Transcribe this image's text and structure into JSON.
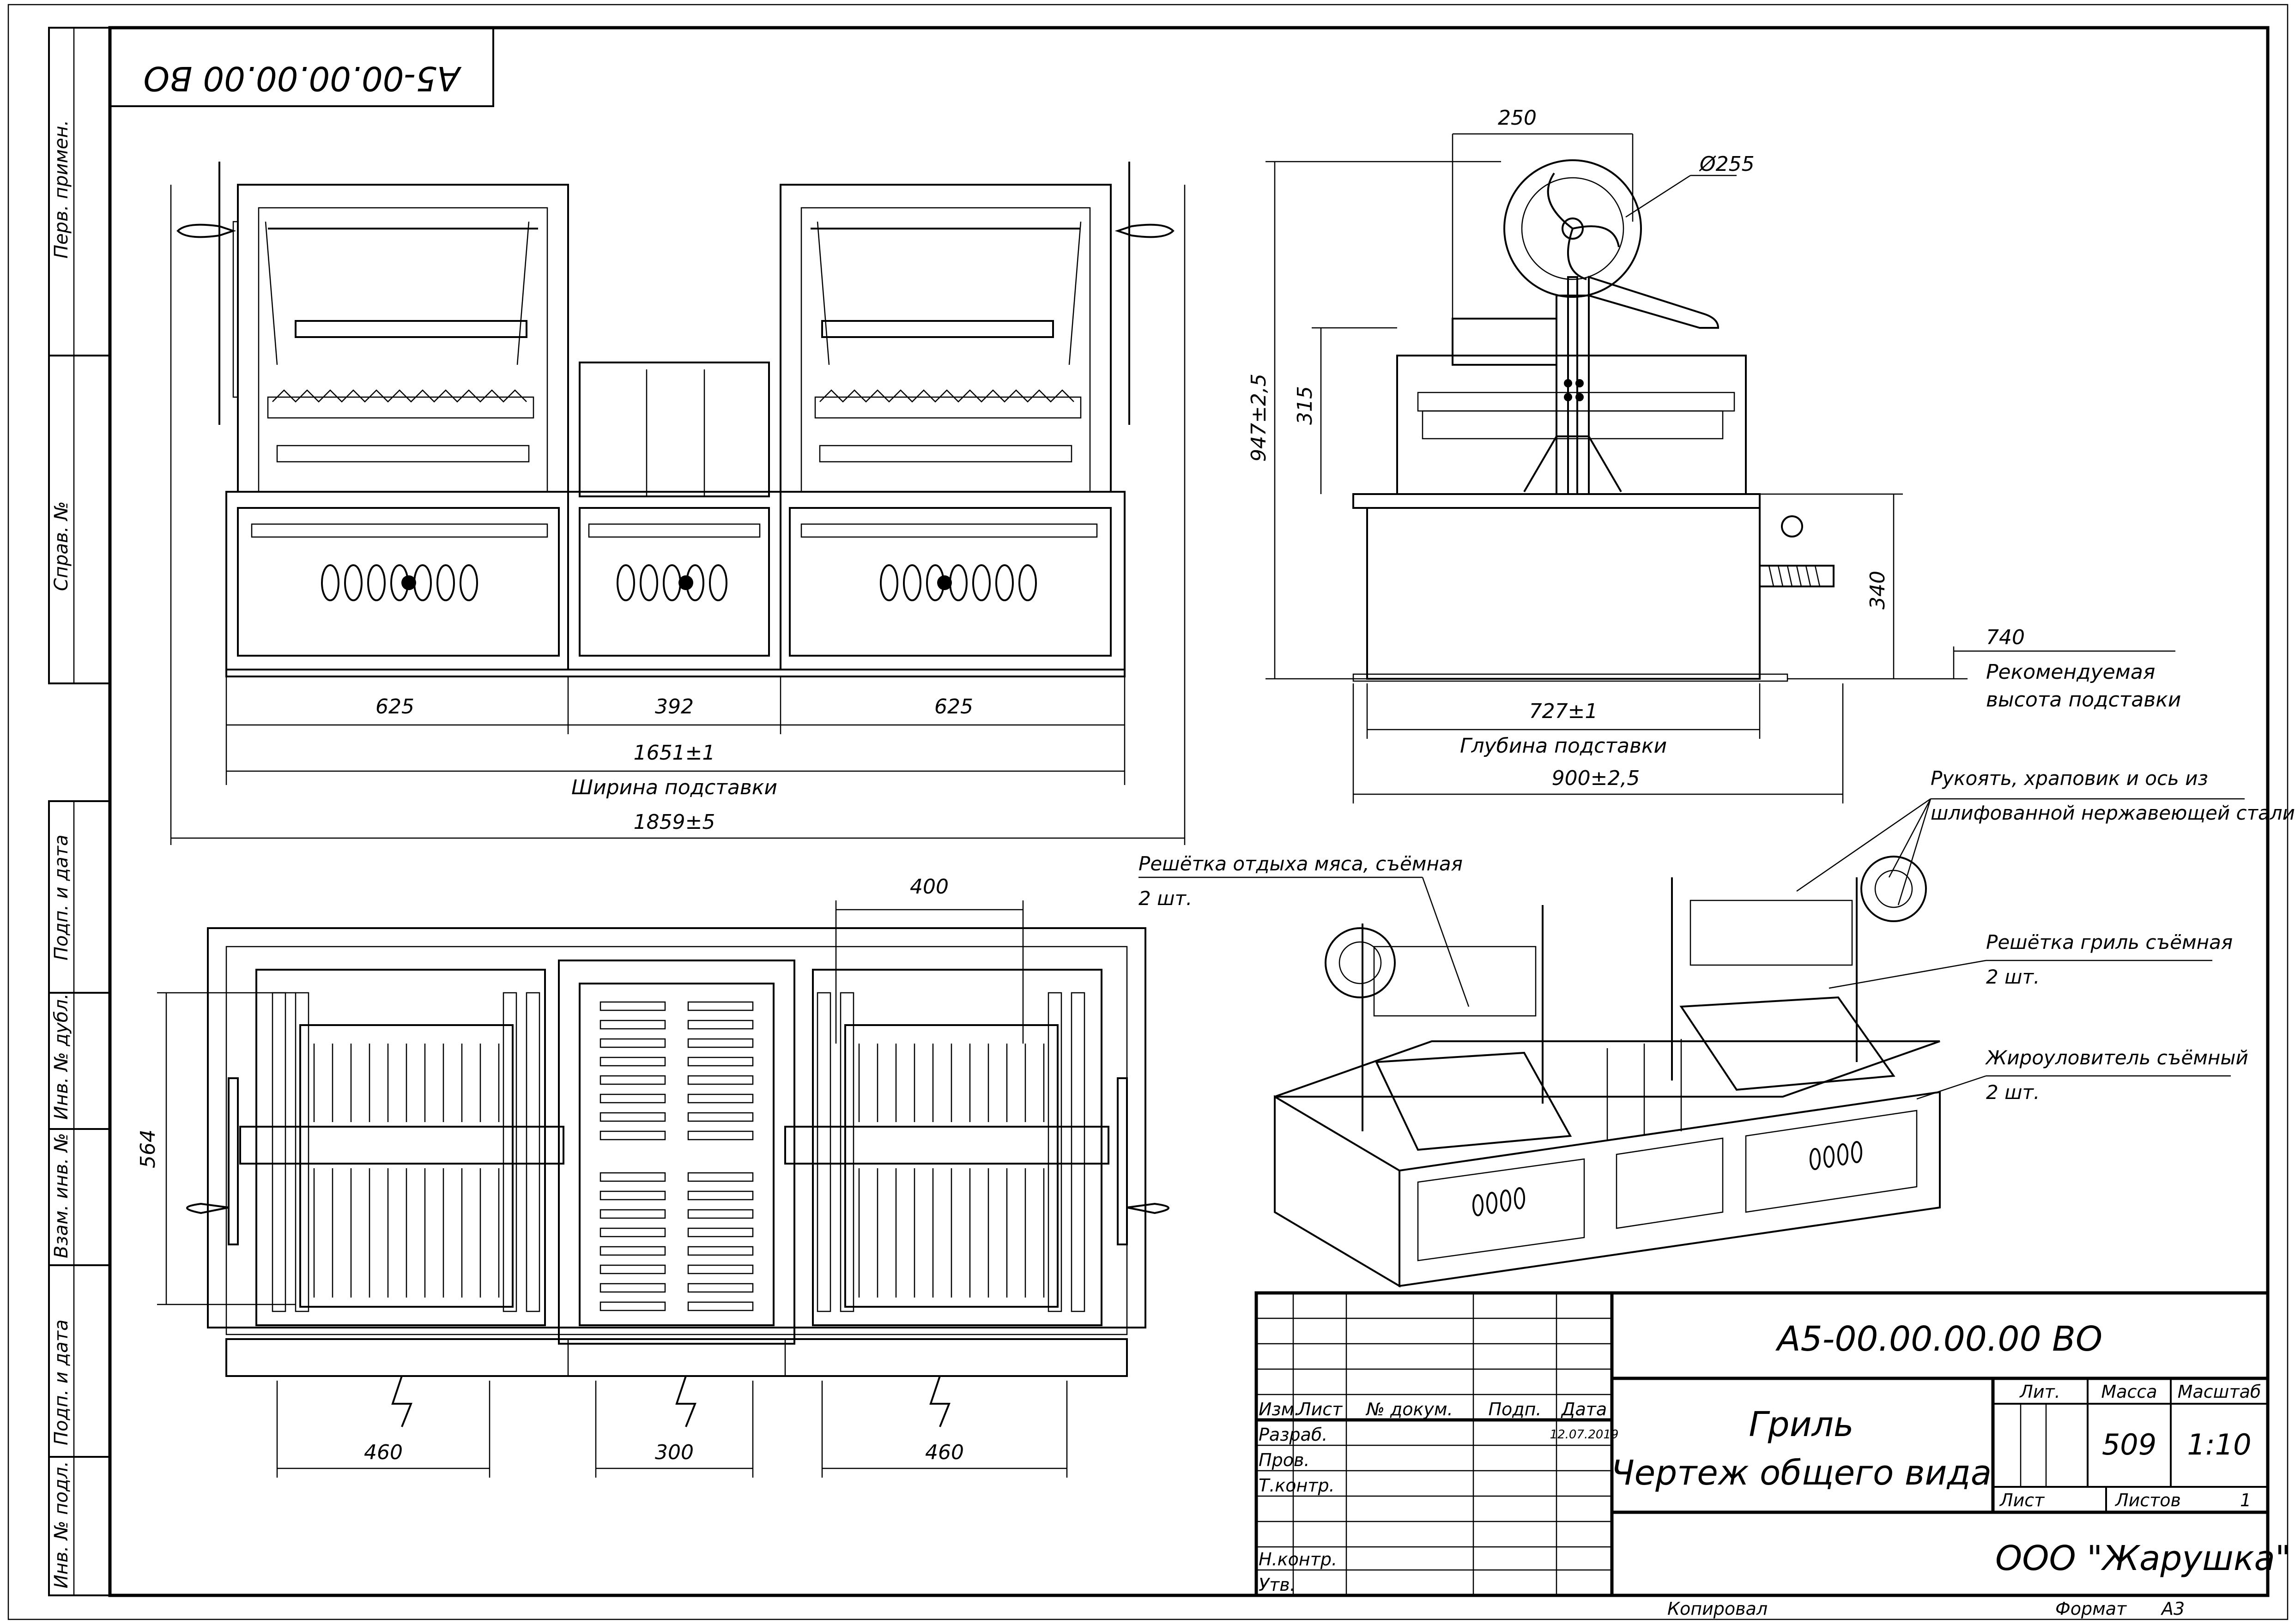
{
  "stamp_code": "А5-00.00.00.00 ВО",
  "side_labels": {
    "perv_primen": "Перв. примен.",
    "sprav_no": "Справ. №",
    "podp_data_top": "Подп. и дата",
    "inv_dubl": "Инв. № дубл.",
    "vzam_inv": "Взам. инв. №",
    "podp_data_bottom": "Подп. и дата",
    "inv_podl": "Инв. № подл."
  },
  "front_view": {
    "dims": {
      "left_section": "625",
      "middle_section": "392",
      "right_section": "625",
      "stand_width": "1651±1",
      "stand_width_label": "Ширина подставки",
      "overall_width": "1859±5"
    }
  },
  "side_view": {
    "dims": {
      "top_offset": "250",
      "wheel_diameter": "Ø255",
      "total_height": "947±2,5",
      "upper_height": "315",
      "box_height": "340",
      "stand_depth": "727±1",
      "stand_depth_label": "Глубина подставки",
      "overall_depth": "900±2,5",
      "recommended_height_value": "740",
      "recommended_height_line1": "Рекомендуемая",
      "recommended_height_line2": "высота подставки"
    }
  },
  "top_view": {
    "dims": {
      "middle_width": "400",
      "depth": "564",
      "left_grate": "460",
      "middle_grate": "300",
      "right_grate": "460"
    }
  },
  "notes": {
    "handle_line1": "Рукоять, храповик и ось из",
    "handle_line2": "шлифованной нержавеющей стали",
    "rest_grate_line1": "Решётка отдыха мяса, съёмная",
    "rest_grate_line2": "2 шт.",
    "grill_grate_line1": "Решётка гриль съёмная",
    "grill_grate_line2": "2 шт.",
    "fat_tray_line1": "Жироуловитель съёмный",
    "fat_tray_line2": "2 шт."
  },
  "title_block": {
    "code": "А5-00.00.00.00 ВО",
    "name_line1": "Гриль",
    "name_line2": "Чертеж общего вида",
    "lit": "Лит.",
    "mass_label": "Масса",
    "scale_label": "Масштаб",
    "mass": "509",
    "scale": "1:10",
    "sheet": "Лист",
    "sheets": "Листов",
    "sheets_count": "1",
    "company": "ООО \"Жарушка\"",
    "izm": "Изм.",
    "list": "Лист",
    "doc_no": "№ докум.",
    "podp": "Подп.",
    "date": "Дата",
    "razrab": "Разраб.",
    "razrab_date": "12.07.2019",
    "prov": "Пров.",
    "tkontr": "Т.контр.",
    "nkontr": "Н.контр.",
    "utv": "Утв."
  },
  "footer": {
    "copied": "Копировал",
    "format_label": "Формат",
    "format": "А3"
  }
}
